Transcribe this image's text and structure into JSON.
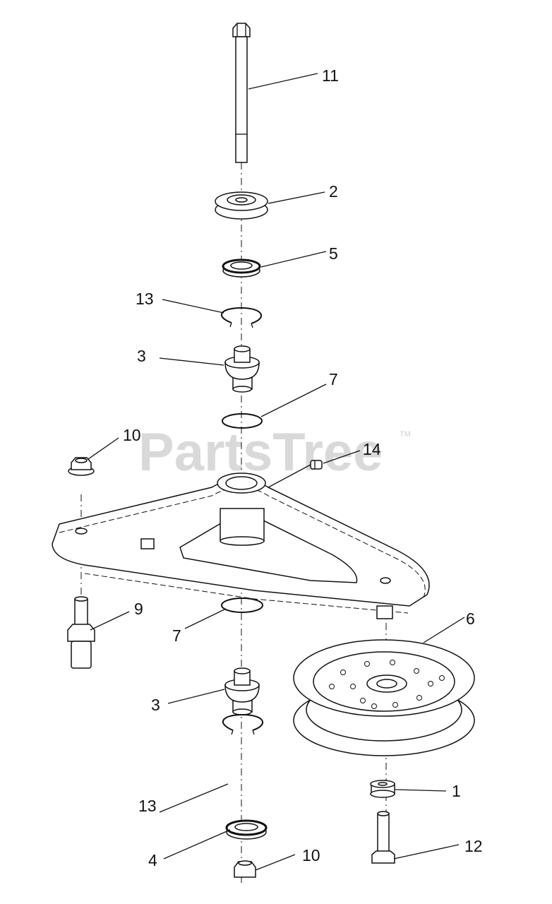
{
  "watermark": {
    "text": "PartsTree",
    "trademark": "TM"
  },
  "callouts": [
    {
      "id": "c11",
      "text": "11"
    },
    {
      "id": "c2",
      "text": "2"
    },
    {
      "id": "c5",
      "text": "5"
    },
    {
      "id": "c13a",
      "text": "13"
    },
    {
      "id": "c3a",
      "text": "3"
    },
    {
      "id": "c7a",
      "text": "7"
    },
    {
      "id": "c10a",
      "text": "10"
    },
    {
      "id": "c14",
      "text": "14"
    },
    {
      "id": "c9",
      "text": "9"
    },
    {
      "id": "c6",
      "text": "6"
    },
    {
      "id": "c7b",
      "text": "7"
    },
    {
      "id": "c3b",
      "text": "3"
    },
    {
      "id": "c1",
      "text": "1"
    },
    {
      "id": "c13b",
      "text": "13"
    },
    {
      "id": "c12",
      "text": "12"
    },
    {
      "id": "c4",
      "text": "4"
    },
    {
      "id": "c10b",
      "text": "10"
    }
  ]
}
